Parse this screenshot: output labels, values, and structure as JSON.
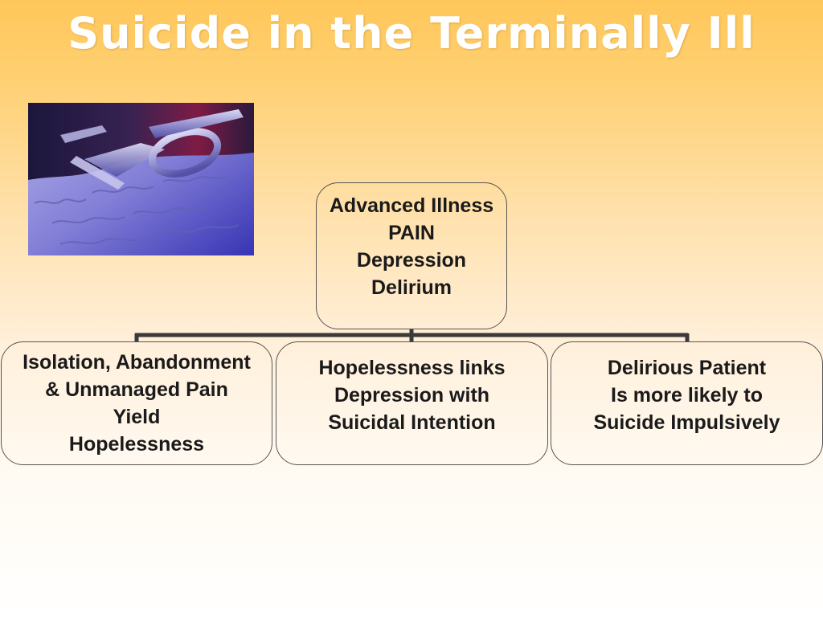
{
  "slide": {
    "title": "Suicide in the Terminally Ill",
    "photo_icon": "letter-and-pen-photo",
    "colors": {
      "background_top": "#ffc75a",
      "background_bottom": "#ffffff",
      "title": "#ffffff",
      "box_border": "#555555",
      "connector": "#3a3a3a"
    }
  },
  "diagram": {
    "root": {
      "lines": [
        "Advanced Illness",
        "PAIN",
        "Depression",
        "Delirium"
      ]
    },
    "children": [
      {
        "lines": [
          "Isolation, Abandonment",
          "& Unmanaged Pain",
          "Yield",
          "Hopelessness"
        ]
      },
      {
        "lines": [
          "Hopelessness links",
          "Depression with",
          "Suicidal Intention"
        ]
      },
      {
        "lines": [
          "Delirious Patient",
          "Is more likely to",
          "Suicide Impulsively"
        ]
      }
    ]
  }
}
